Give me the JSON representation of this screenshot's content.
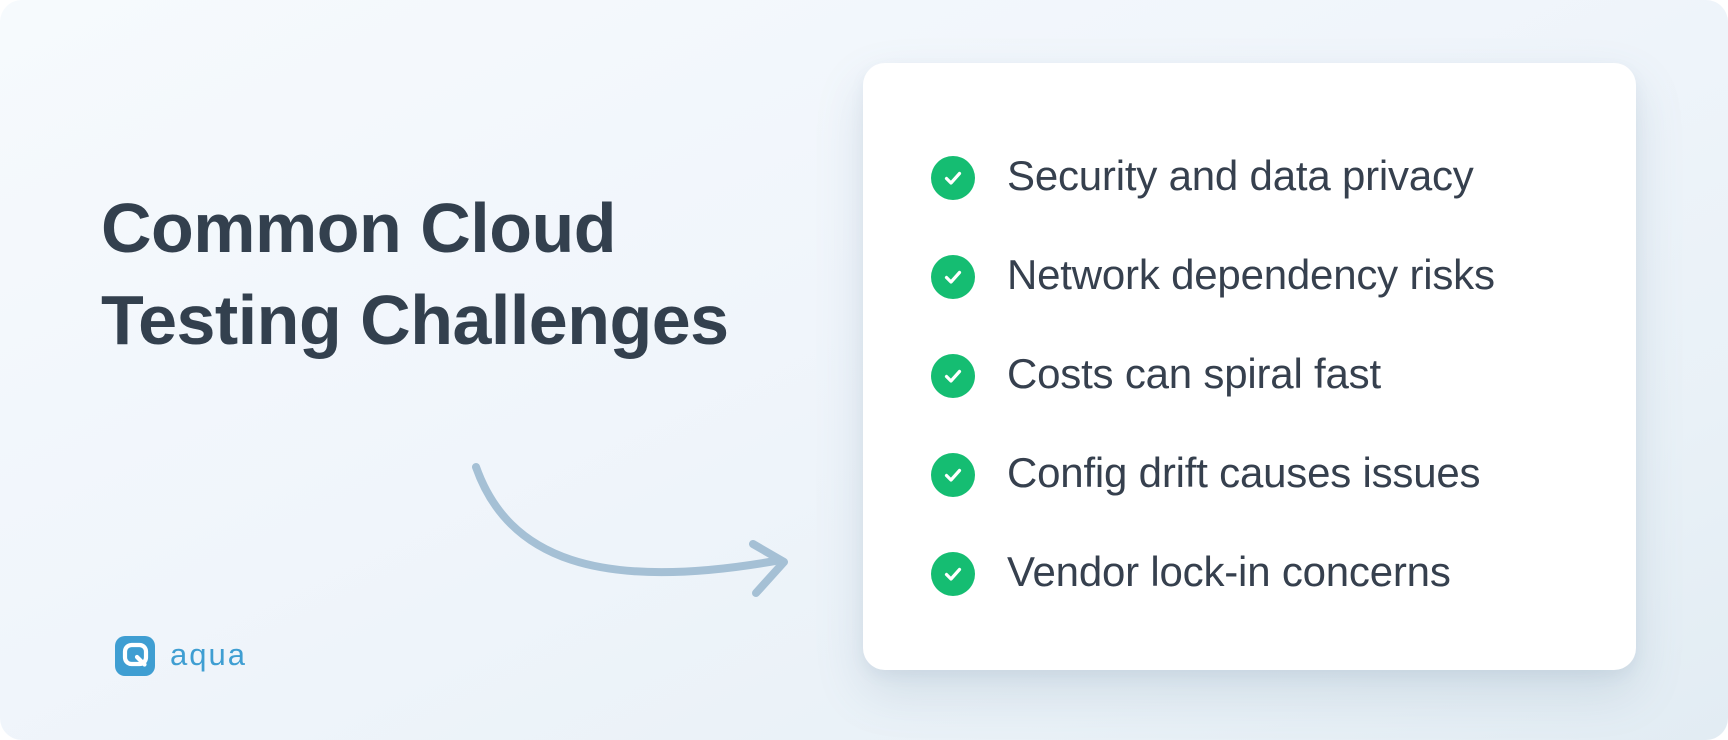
{
  "page": {
    "title_lines": [
      "Common Cloud",
      "Testing Challenges"
    ],
    "title_full": "Common Cloud Testing Challenges"
  },
  "card": {
    "items": [
      {
        "label": "Security and data privacy"
      },
      {
        "label": "Network dependency risks"
      },
      {
        "label": "Costs can spiral fast"
      },
      {
        "label": "Config drift causes issues"
      },
      {
        "label": "Vendor lock-in concerns"
      }
    ]
  },
  "logo": {
    "brand": "aqua"
  },
  "colors": {
    "accent_green": "#15bd72",
    "text_dark": "#33404e",
    "arrow_blue": "#a5c0d5",
    "logo_blue": "#3f9ed2",
    "card_bg": "#ffffff",
    "canvas_bg_start": "#f6fafd",
    "canvas_bg_end": "#e2ecf3"
  }
}
